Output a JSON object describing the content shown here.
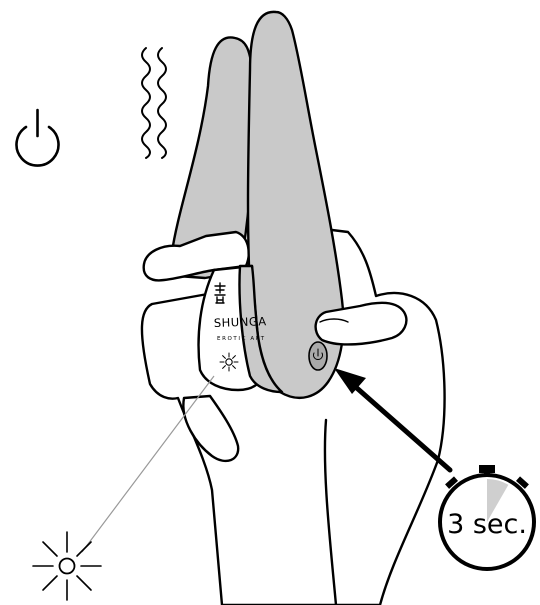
{
  "device": {
    "brand": "SHUNGA",
    "tagline": "EROTIC ART",
    "logo_icon": "kanji-logo-icon",
    "body_color": "#c9c9c9",
    "button_color": "#a9a9a9"
  },
  "timer": {
    "label": "3 sec.",
    "icon": "stopwatch-icon",
    "elapsed_fraction": 0.083,
    "wedge_color": "#cfcfcf"
  },
  "icons": {
    "power": "power-icon",
    "vibration": "vibration-waves-icon",
    "light": "light-burst-icon",
    "led": "led-indicator-icon",
    "arrow": "press-arrow-icon"
  }
}
